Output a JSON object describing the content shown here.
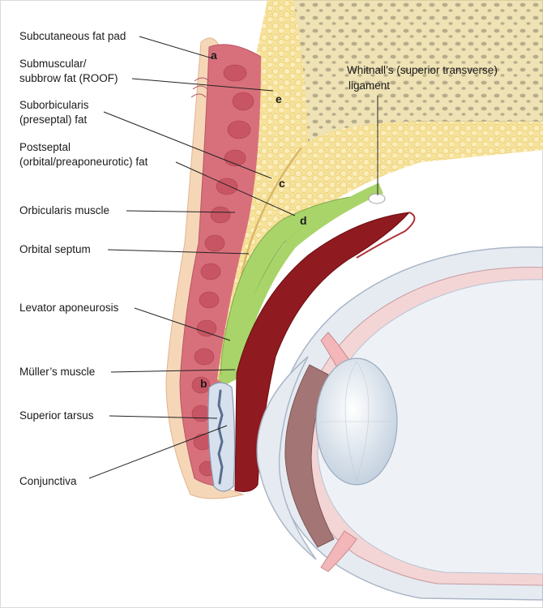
{
  "labels": {
    "subcutaneous": "Subcutaneous fat pad",
    "submuscular_1": "Submuscular/",
    "submuscular_2": "subbrow fat (ROOF)",
    "suborbicularis_1": "Suborbicularis",
    "suborbicularis_2": "(preseptal) fat",
    "postseptal_1": "Postseptal",
    "postseptal_2": "(orbital/preaponeurotic) fat",
    "orbicularis": "Orbicularis muscle",
    "septum": "Orbital septum",
    "levator": "Levator aponeurosis",
    "muller": "Müller’s muscle",
    "tarsus": "Superior tarsus",
    "conjunctiva": "Conjunctiva",
    "whitnall_1": "Whitnall’s (superior transverse)",
    "whitnall_2": "ligament"
  },
  "letters": {
    "a": "a",
    "b": "b",
    "c": "c",
    "d": "d",
    "e": "e"
  },
  "colors": {
    "skin": "#f5d7b8",
    "muscle": "#d8707c",
    "muscle_bundle": "#c85563",
    "fat": "#f6e29a",
    "bone": "#efe3b5",
    "levator_green": "#a9d46a",
    "muller_red": "#8f1a1f",
    "sclera": "#e6ebf2",
    "lens": "#dce6f0"
  }
}
